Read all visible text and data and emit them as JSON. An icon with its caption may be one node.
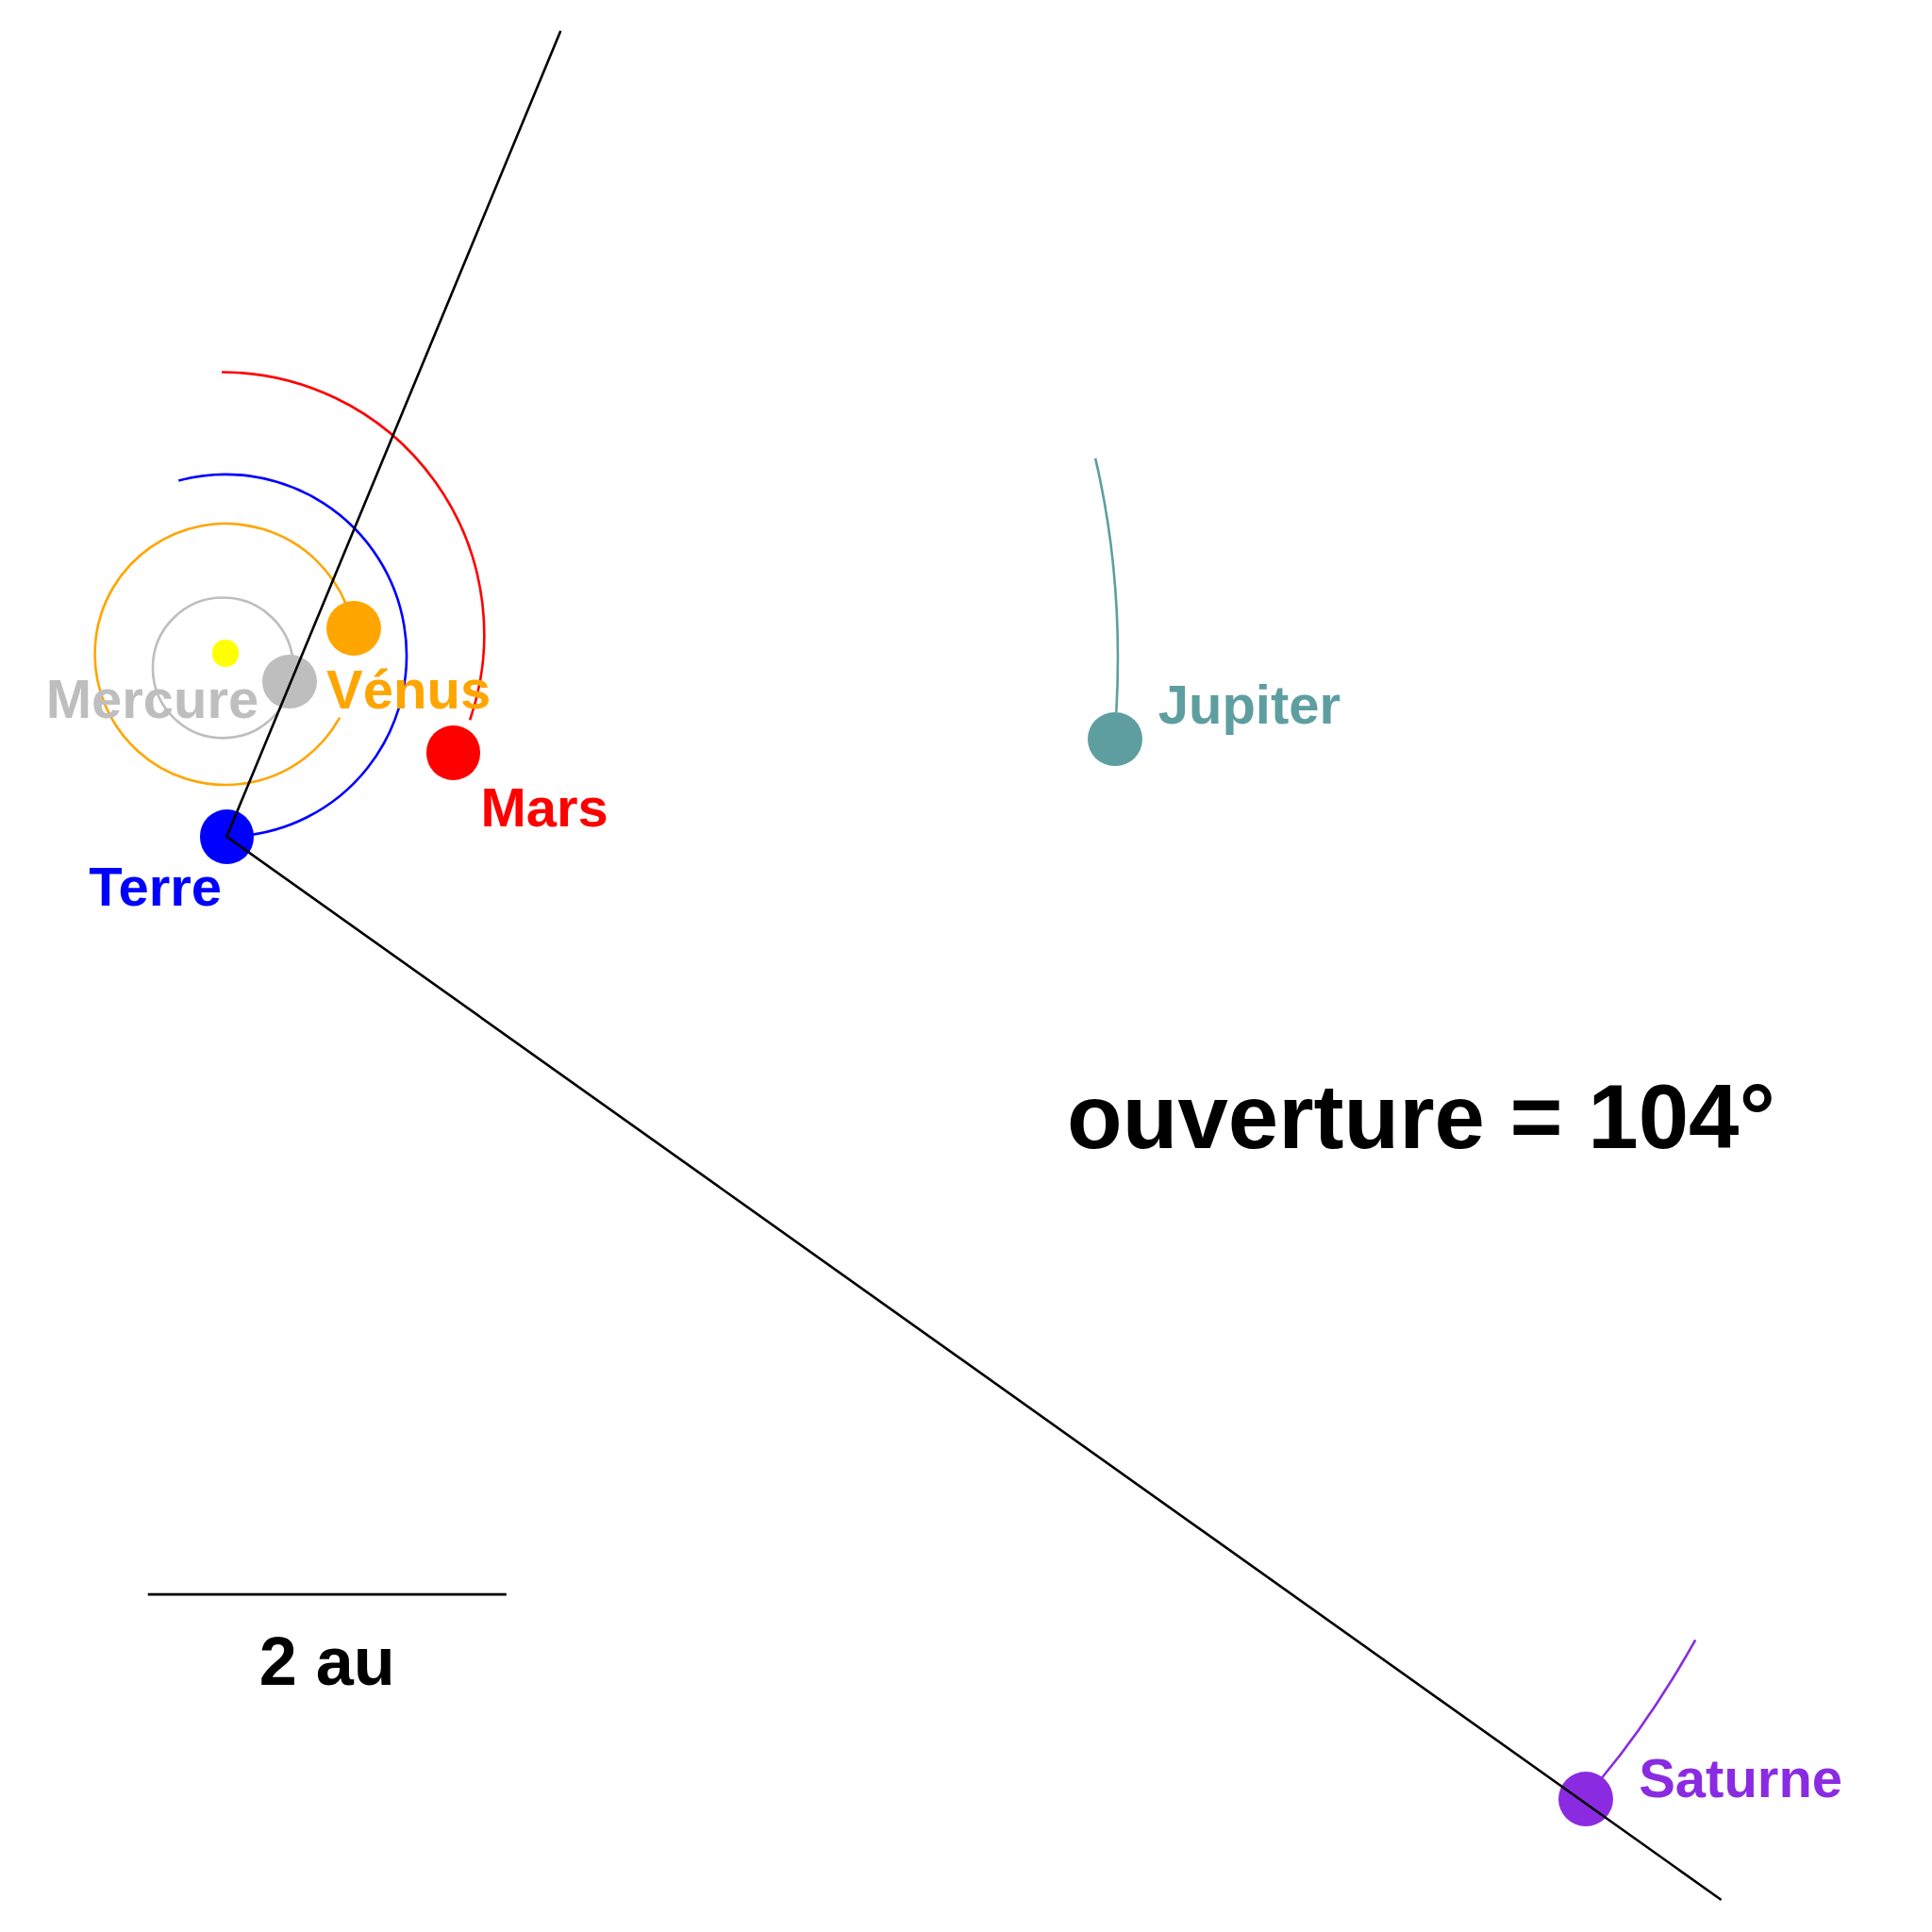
{
  "diagram": {
    "nodes": [
      {
        "text": [],
        "shape": "circle"
      },
      {
        "text": [],
        "shape": "circle",
        "beside": [
          "Mercure"
        ]
      },
      {
        "text": [],
        "shape": "circle",
        "beside": [
          "Vénus"
        ]
      },
      {
        "text": [],
        "shape": "circle",
        "beside": [
          "Terre"
        ]
      },
      {
        "text": [],
        "shape": "circle",
        "beside": [
          "Mars"
        ]
      },
      {
        "text": [],
        "shape": "circle",
        "beside": [
          "Jupiter"
        ]
      },
      {
        "text": [],
        "shape": "circle",
        "beside": [
          "Saturne"
        ]
      }
    ],
    "labels": [
      "ouverture = 104°",
      "2 au"
    ]
  }
}
